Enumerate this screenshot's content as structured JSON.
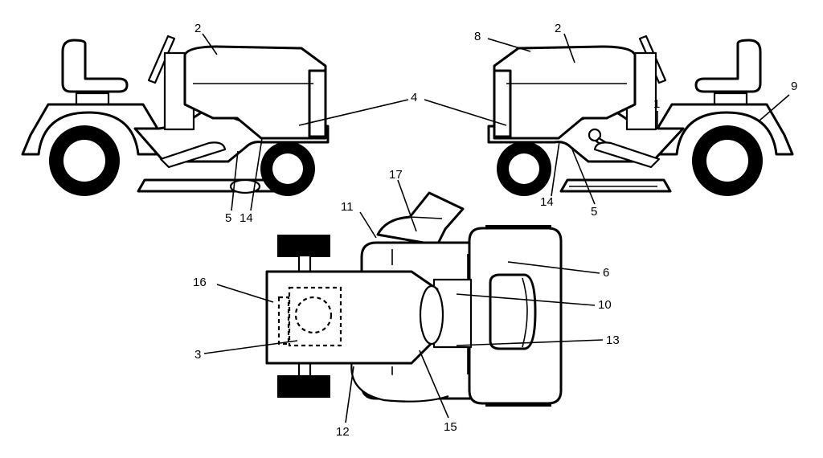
{
  "callouts": {
    "c1": "1",
    "c2_left": "2",
    "c2_right": "2",
    "c3": "3",
    "c4": "4",
    "c5_left": "5",
    "c5_right": "5",
    "c6": "6",
    "c8": "8",
    "c9": "9",
    "c10": "10",
    "c11": "11",
    "c12": "12",
    "c13": "13",
    "c14_left": "14",
    "c14_right": "14",
    "c15": "15",
    "c16": "16",
    "c17": "17"
  }
}
